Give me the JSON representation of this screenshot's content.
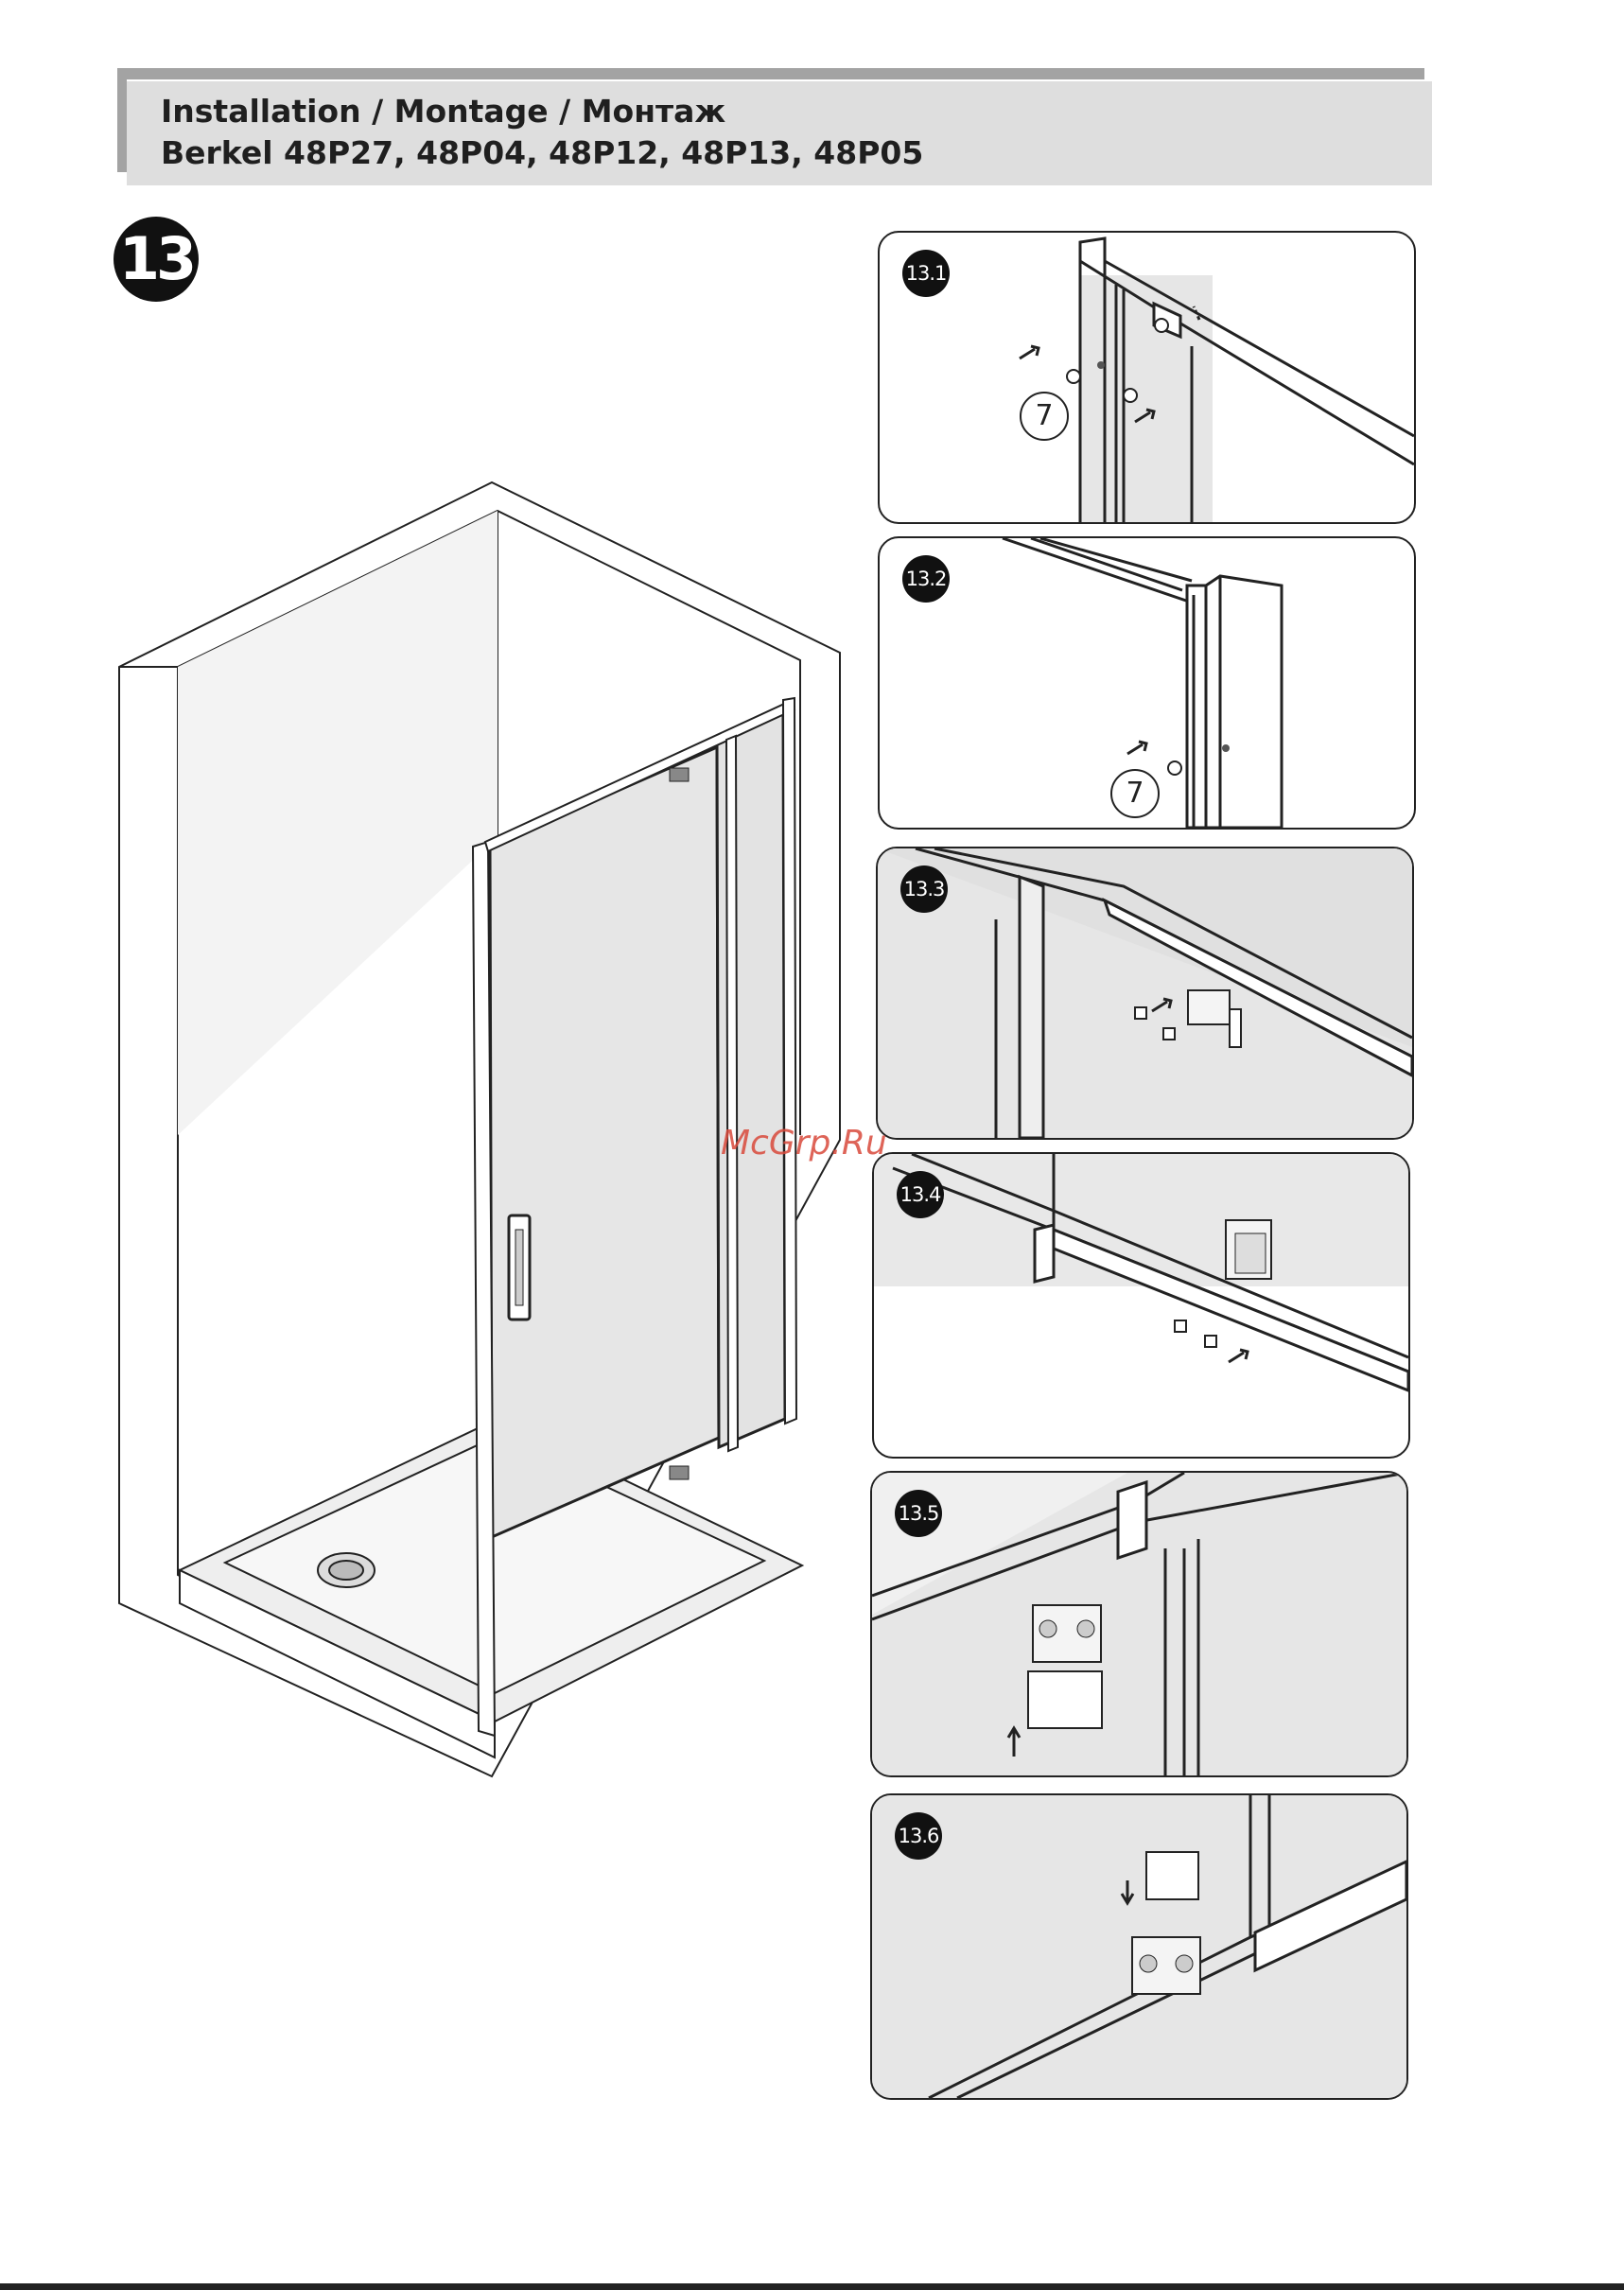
{
  "header": {
    "line1": "Installation / Montage / Монтаж",
    "line2": "Berkel 48P27, 48P04, 48P12, 48P13, 48P05"
  },
  "step": {
    "number": "13"
  },
  "panels": [
    {
      "label": "13.1",
      "part_number": "7"
    },
    {
      "label": "13.2",
      "part_number": "7"
    },
    {
      "label": "13.3"
    },
    {
      "label": "13.4"
    },
    {
      "label": "13.5"
    },
    {
      "label": "13.6"
    }
  ],
  "watermark": "McGrp.Ru",
  "colors": {
    "header_bg": "#dedede",
    "header_bar": "#a3a3a3",
    "glass": "#e6e6e6",
    "watermark": "#d94a3c"
  }
}
